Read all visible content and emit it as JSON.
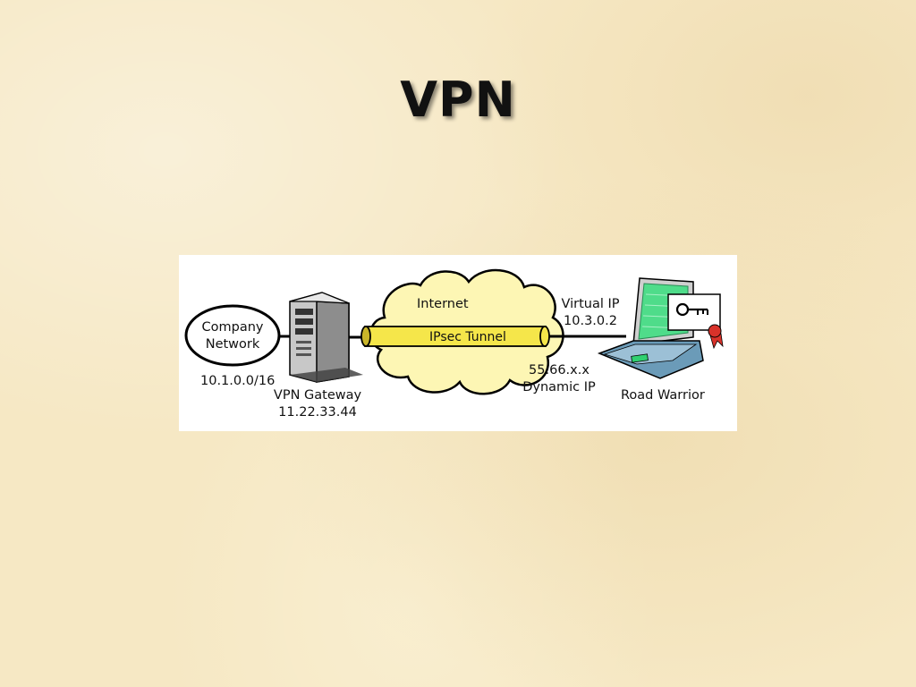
{
  "slide": {
    "title": "VPN"
  },
  "diagram": {
    "company_network": {
      "line1": "Company",
      "line2": "Network",
      "subnet": "10.1.0.0/16"
    },
    "gateway": {
      "name": "VPN Gateway",
      "ip": "11.22.33.44"
    },
    "internet": {
      "label": "Internet"
    },
    "tunnel": {
      "label": "IPsec Tunnel"
    },
    "virtual_ip": {
      "line1": "Virtual IP",
      "line2": "10.3.0.2"
    },
    "dynamic_ip": {
      "line1": "55.66.x.x",
      "line2": "Dynamic IP"
    },
    "road_warrior": {
      "label": "Road Warrior"
    },
    "colors": {
      "cloud": "#fdf6b4",
      "tunnel": "#f5e64a",
      "laptop_screen": "#4fdc8a",
      "laptop_body": "#6b9bb8",
      "seal": "#d8322a"
    }
  }
}
